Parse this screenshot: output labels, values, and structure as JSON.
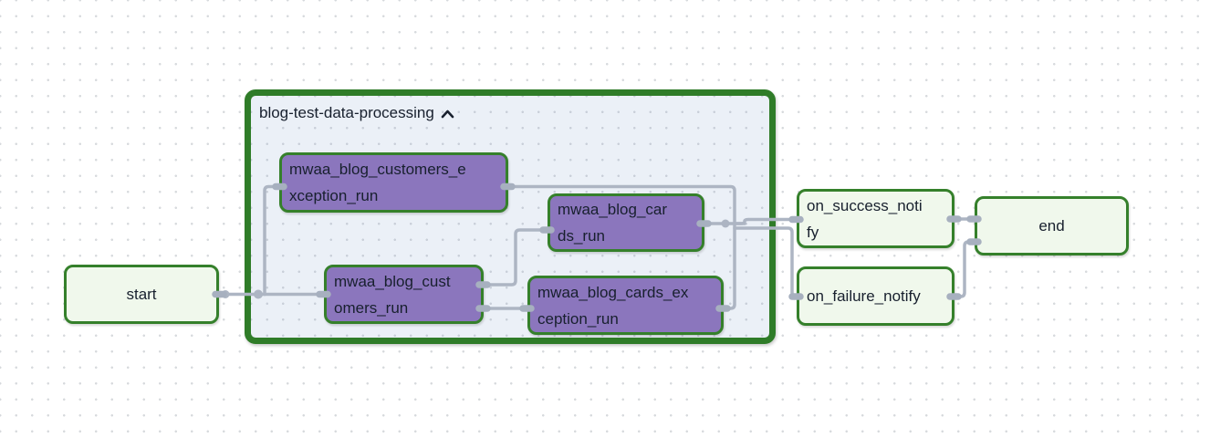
{
  "group": {
    "label": "blog-test-data-processing",
    "collapse_icon": "chevron-up-icon",
    "state": "expanded"
  },
  "nodes": {
    "start": {
      "label": "start",
      "kind": "start"
    },
    "customers_exception_run": {
      "label": "mwaa_blog_customers_exception_run",
      "kind": "task"
    },
    "cards_run": {
      "label": "mwaa_blog_cards_run",
      "kind": "task"
    },
    "customers_run": {
      "label": "mwaa_blog_customers_run",
      "kind": "task"
    },
    "cards_exception_run": {
      "label": "mwaa_blog_cards_exception_run",
      "kind": "task"
    },
    "on_success_notify": {
      "label": "on_success_notify",
      "kind": "task"
    },
    "on_failure_notify": {
      "label": "on_failure_notify",
      "kind": "task"
    },
    "end": {
      "label": "end",
      "kind": "end"
    }
  },
  "edges": [
    {
      "from": "start",
      "to": "mwaa_blog_customers_exception_run"
    },
    {
      "from": "start",
      "to": "mwaa_blog_customers_run"
    },
    {
      "from": "mwaa_blog_customers_run",
      "to": "mwaa_blog_cards_run"
    },
    {
      "from": "mwaa_blog_customers_run",
      "to": "mwaa_blog_cards_exception_run"
    },
    {
      "from": "mwaa_blog_customers_exception_run",
      "to": "on_success_notify"
    },
    {
      "from": "mwaa_blog_customers_exception_run",
      "to": "on_failure_notify"
    },
    {
      "from": "mwaa_blog_cards_run",
      "to": "on_success_notify"
    },
    {
      "from": "mwaa_blog_cards_run",
      "to": "on_failure_notify"
    },
    {
      "from": "mwaa_blog_cards_exception_run",
      "to": "on_success_notify"
    },
    {
      "from": "mwaa_blog_cards_exception_run",
      "to": "on_failure_notify"
    },
    {
      "from": "on_success_notify",
      "to": "end"
    },
    {
      "from": "on_failure_notify",
      "to": "end"
    }
  ],
  "colors": {
    "task_fill": "#8b76bd",
    "terminal_fill": "#f0f8ec",
    "node_border": "#35802b",
    "group_border": "#2f7c28",
    "group_fill": "#ebf0f7",
    "edge": "#adb5c3",
    "text": "#18202e"
  }
}
